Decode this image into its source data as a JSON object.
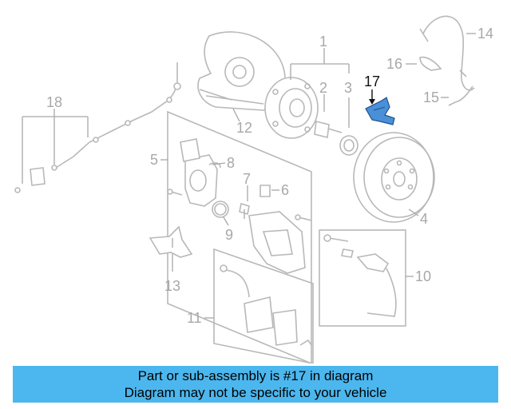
{
  "diagram": {
    "highlight_color": "#4a90d9",
    "highlighted_part": "17",
    "part_labels": [
      "1",
      "2",
      "3",
      "4",
      "5",
      "6",
      "7",
      "8",
      "9",
      "10",
      "11",
      "12",
      "13",
      "14",
      "15",
      "16",
      "17",
      "18"
    ]
  },
  "banner": {
    "line1": "Part or sub-assembly is #17 in diagram",
    "line2": "Diagram may not be specific to your vehicle",
    "color": "#4cb7ee"
  }
}
